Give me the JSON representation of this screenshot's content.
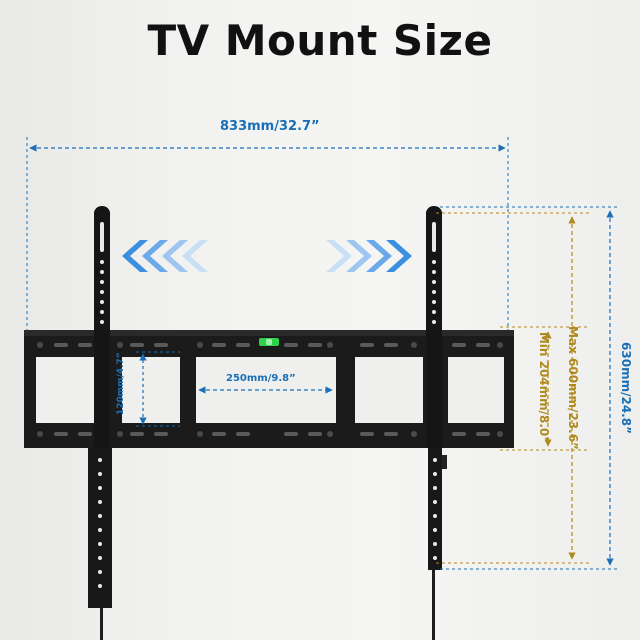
{
  "title": "TV Mount Size",
  "dimensions": {
    "overall_width": "833mm/32.7”",
    "vesa_horizontal": "250mm/9.8”",
    "vesa_vertical": "120mm/4.7”",
    "min_vertical": "Min 204mm/8.0”",
    "max_vertical": "Max 600mm/23.6”",
    "overall_height": "630mm/24.8”"
  },
  "colors": {
    "dimension_blue": "#1a6fb6",
    "dimension_gold": "#b08a1e",
    "arrow_blue": "#4f9fe6",
    "bracket": "#1b1b1b",
    "level_bubble": "#2fd04a"
  }
}
